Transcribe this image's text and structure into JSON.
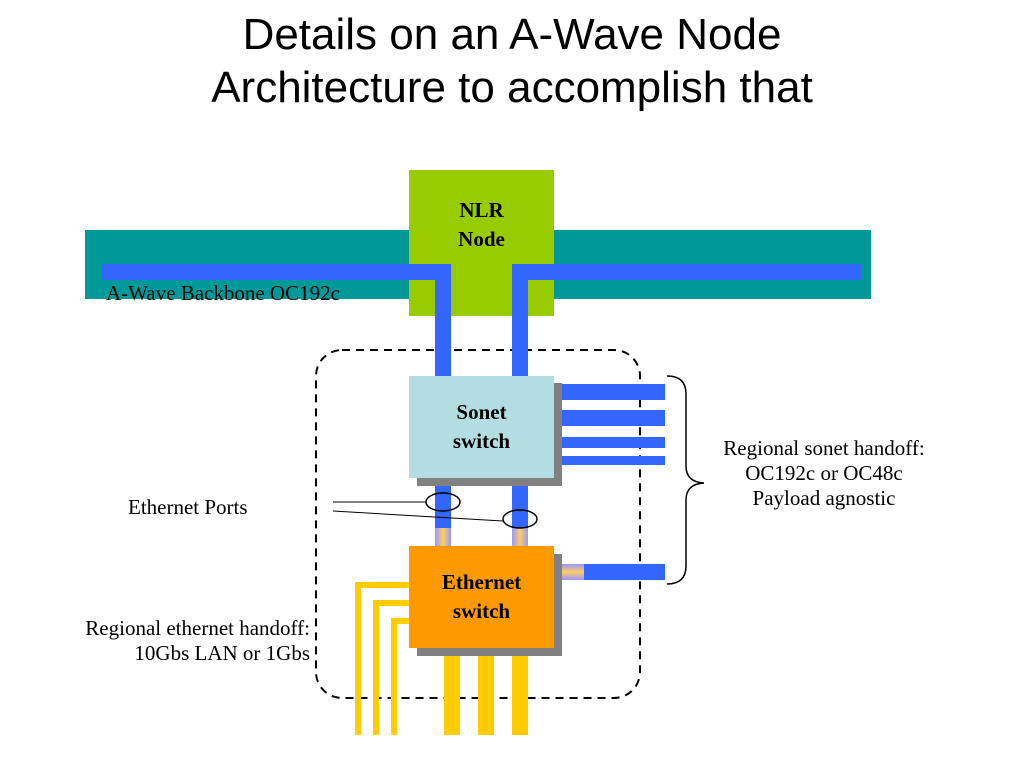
{
  "title": {
    "line1": "Details on an A-Wave Node",
    "line2": "Architecture to accomplish that"
  },
  "nodes": {
    "nlr": {
      "line1": "NLR",
      "line2": "Node"
    },
    "sonet": {
      "line1": "Sonet",
      "line2": "switch"
    },
    "ethernet": {
      "line1": "Ethernet",
      "line2": "switch"
    }
  },
  "labels": {
    "backbone": "A-Wave Backbone OC192c",
    "ethernet_ports": "Ethernet Ports",
    "sonet_handoff": {
      "line1": "Regional sonet handoff:",
      "line2": "OC192c or OC48c",
      "line3": "Payload agnostic"
    },
    "ethernet_handoff": {
      "line1": "Regional ethernet handoff:",
      "line2": "10Gbs LAN or 1Gbs"
    }
  },
  "colors": {
    "backbone_band": "#009999",
    "link_blue": "#3366ff",
    "nlr_node": "#99cc00",
    "sonet_switch": "#b3dde0",
    "ethernet_switch": "#ff9900",
    "ethernet_link": "#ffcc00",
    "port_link": "#ffcc66"
  }
}
